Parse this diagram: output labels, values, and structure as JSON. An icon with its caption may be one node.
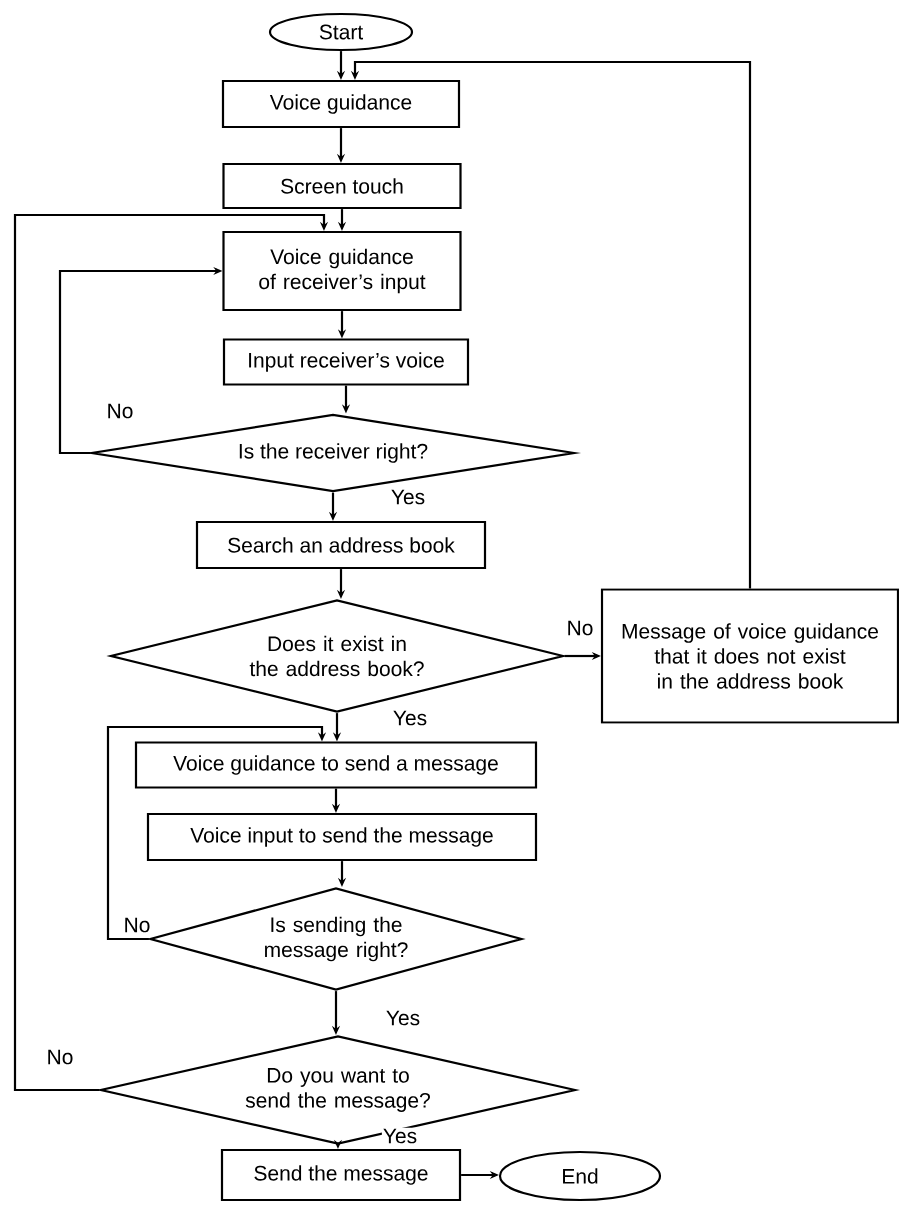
{
  "diagram": {
    "nodes": [
      {
        "text": [
          "Start"
        ]
      },
      {
        "text": [
          "Voice guidance"
        ]
      },
      {
        "text": [
          "Screen touch"
        ]
      },
      {
        "text": [
          "Voice guidance of receiver’s input"
        ]
      },
      {
        "text": [
          "Input receiver’s voice"
        ]
      },
      {
        "text": [
          "Is the receiver right?"
        ]
      },
      {
        "text": [
          "Search an address book"
        ]
      },
      {
        "text": [
          "Does it exist in the address book?"
        ]
      },
      {
        "text": [
          "Message of voice guidance that it does not exist in the address book"
        ]
      },
      {
        "text": [
          "Voice guidance to send a message"
        ]
      },
      {
        "text": [
          "Voice input to send the message"
        ]
      },
      {
        "text": [
          "Is sending the message right?"
        ]
      },
      {
        "text": [
          "Do you want to send the message?"
        ]
      },
      {
        "text": [
          "Send the message"
        ]
      },
      {
        "text": [
          "End"
        ]
      }
    ],
    "edges": [
      {
        "from": 0,
        "to": 1,
        "arrow": "to"
      },
      {
        "from": 1,
        "to": 2,
        "arrow": "to"
      },
      {
        "from": 2,
        "to": 3,
        "arrow": "to"
      },
      {
        "from": 3,
        "to": 4,
        "arrow": "to"
      },
      {
        "from": 4,
        "to": 5,
        "arrow": "to"
      },
      {
        "from": 5,
        "to": 6,
        "arrow": "to",
        "label": "Yes"
      },
      {
        "from": 5,
        "to": 3,
        "arrow": "to",
        "label": "No"
      },
      {
        "from": 6,
        "to": 7,
        "arrow": "to"
      },
      {
        "from": 7,
        "to": 8,
        "arrow": "to",
        "label": "No"
      },
      {
        "from": 8,
        "to": 1,
        "arrow": "to"
      },
      {
        "from": 7,
        "to": 9,
        "arrow": "to",
        "label": "Yes"
      },
      {
        "from": 9,
        "to": 10,
        "arrow": "to"
      },
      {
        "from": 10,
        "to": 11,
        "arrow": "to"
      },
      {
        "from": 11,
        "to": 9,
        "arrow": "to",
        "label": "No"
      },
      {
        "from": 11,
        "to": 12,
        "arrow": "to",
        "label": "Yes"
      },
      {
        "from": 12,
        "to": 3,
        "arrow": "to",
        "label": "No"
      },
      {
        "from": 12,
        "to": 13,
        "arrow": "to",
        "label": "Yes"
      },
      {
        "from": 13,
        "to": 14,
        "arrow": "to"
      }
    ]
  }
}
